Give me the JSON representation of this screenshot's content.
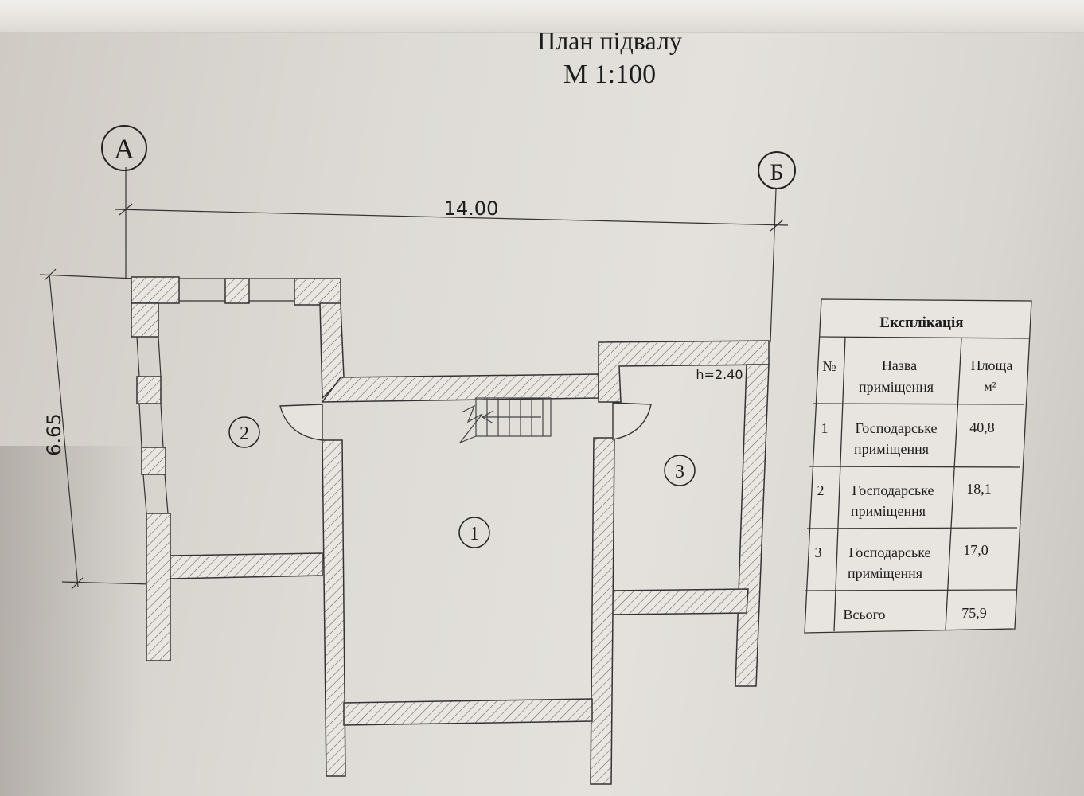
{
  "title": "План підвалу",
  "scale": "М 1:100",
  "axes": {
    "a": "А",
    "b": "Б"
  },
  "dimensions": {
    "width": "14.00",
    "depth": "6.65"
  },
  "height_note": "h=2.40",
  "room_numbers": [
    "1",
    "2",
    "3"
  ],
  "explication": {
    "title": "Експлікація",
    "headers": {
      "no": "№",
      "name_line1": "Назва",
      "name_line2": "приміщення",
      "area_line1": "Площа",
      "area_line2": "м²"
    },
    "rows": [
      {
        "no": "1",
        "name_line1": "Господарське",
        "name_line2": "приміщення",
        "area": "40,8"
      },
      {
        "no": "2",
        "name_line1": "Господарське",
        "name_line2": "приміщення",
        "area": "18,1"
      },
      {
        "no": "3",
        "name_line1": "Господарське",
        "name_line2": "приміщення",
        "area": "17,0"
      }
    ],
    "total_label": "Всього",
    "total_area": "75,9"
  }
}
